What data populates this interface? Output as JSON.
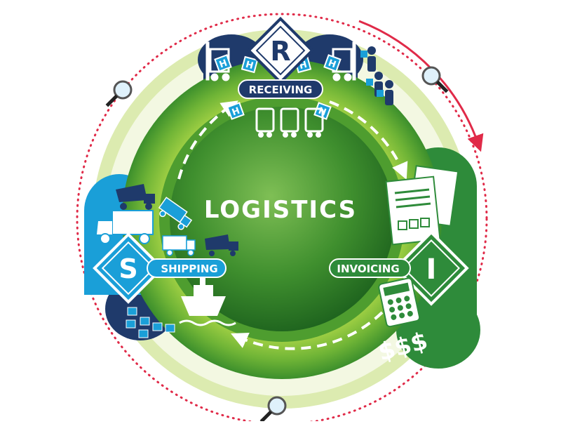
{
  "center": {
    "title": "LOGISTICS"
  },
  "stages": [
    {
      "id": "receiving",
      "letter": "R",
      "label": "RECEIVING",
      "color": "#1f3a6b"
    },
    {
      "id": "invoicing",
      "letter": "I",
      "label": "INVOICING",
      "color": "#2e8b3a"
    },
    {
      "id": "shipping",
      "letter": "S",
      "label": "SHIPPING",
      "color": "#1a9fd8"
    }
  ],
  "invoicing": {
    "currency_text": "$$$"
  },
  "pallet_letter": "H",
  "colors": {
    "ring_outer": "#d7e89a",
    "ring_mid": "#8ac53f",
    "ring_inner": "#4b9a2e",
    "core_light": "#6ab04c",
    "core_dark": "#1f6e22",
    "dotted_circle": "#e02a48",
    "arrow_red": "#e02a48",
    "navy": "#1f3a6b",
    "blue": "#1a9fd8",
    "green": "#2e8b3a"
  },
  "icons": {
    "receiving": [
      "forklift-icon",
      "warehouse-worker-icon"
    ],
    "invoicing": [
      "invoice-document-icon",
      "calculator-icon",
      "dollar-sign-icon"
    ],
    "shipping": [
      "dump-truck-icon",
      "delivery-truck-icon",
      "cargo-ship-icon",
      "container-icon"
    ],
    "magnifier": "magnifying-glass-icon"
  }
}
